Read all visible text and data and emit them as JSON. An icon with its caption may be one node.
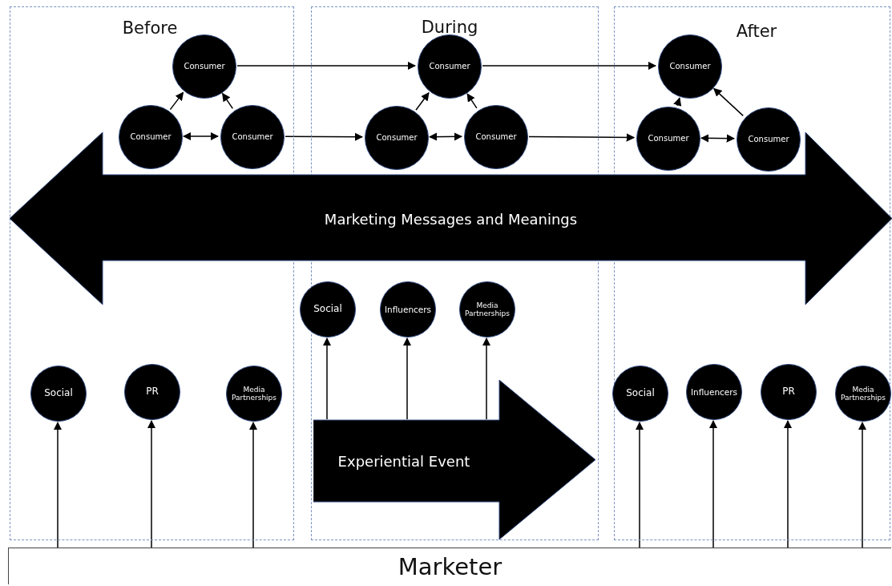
{
  "diagram": {
    "nodes": [
      {
        "text": [
          "Before"
        ]
      },
      {
        "text": [
          "Consumer"
        ],
        "in": 0
      },
      {
        "text": [
          "Consumer"
        ],
        "in": 0
      },
      {
        "text": [
          "Consumer"
        ],
        "in": 0
      },
      {
        "text": [
          "During"
        ]
      },
      {
        "text": [
          "Consumer"
        ],
        "in": 4
      },
      {
        "text": [
          "Consumer"
        ],
        "in": 4
      },
      {
        "text": [
          "Consumer"
        ],
        "in": 4
      },
      {
        "text": [
          "After"
        ]
      },
      {
        "text": [
          "Consumer"
        ],
        "in": 8
      },
      {
        "text": [
          "Consumer"
        ],
        "in": 8
      },
      {
        "text": [
          "Consumer"
        ],
        "in": 8
      },
      {
        "text": [
          "Marketing Messages and Meanings"
        ]
      },
      {
        "text": [
          "Social"
        ],
        "in": 0
      },
      {
        "text": [
          "PR"
        ],
        "in": 0
      },
      {
        "text": [
          "Media Partnerships"
        ],
        "in": 0
      },
      {
        "text": [
          "Social"
        ],
        "in": 4
      },
      {
        "text": [
          "Influencers"
        ],
        "in": 4
      },
      {
        "text": [
          "Media Partnerships"
        ],
        "in": 4
      },
      {
        "text": [
          "Experiential Event"
        ],
        "in": 4
      },
      {
        "text": [
          "Social"
        ],
        "in": 8
      },
      {
        "text": [
          "Influencers"
        ],
        "in": 8
      },
      {
        "text": [
          "PR"
        ],
        "in": 8
      },
      {
        "text": [
          "Media Partnerships"
        ],
        "in": 8
      },
      {
        "text": [
          "Marketer"
        ]
      }
    ],
    "edges": [
      {
        "from": 1,
        "to": 5,
        "arrow": "to"
      },
      {
        "from": 3,
        "to": 6,
        "arrow": "to"
      },
      {
        "from": 5,
        "to": 9,
        "arrow": "to"
      },
      {
        "from": 7,
        "to": 10,
        "arrow": "to"
      },
      {
        "from": 2,
        "to": 1,
        "arrow": "to"
      },
      {
        "from": 3,
        "to": 1,
        "arrow": "to"
      },
      {
        "from": 2,
        "to": 3,
        "arrow": "both"
      },
      {
        "from": 6,
        "to": 5,
        "arrow": "to"
      },
      {
        "from": 7,
        "to": 5,
        "arrow": "to"
      },
      {
        "from": 6,
        "to": 7,
        "arrow": "both"
      },
      {
        "from": 10,
        "to": 9,
        "arrow": "to"
      },
      {
        "from": 11,
        "to": 9,
        "arrow": "to"
      },
      {
        "from": 10,
        "to": 11,
        "arrow": "both"
      },
      {
        "from": 24,
        "to": 13,
        "arrow": "to"
      },
      {
        "from": 24,
        "to": 14,
        "arrow": "to"
      },
      {
        "from": 24,
        "to": 15,
        "arrow": "to"
      },
      {
        "from": 19,
        "to": 16,
        "arrow": "to"
      },
      {
        "from": 19,
        "to": 17,
        "arrow": "to"
      },
      {
        "from": 19,
        "to": 18,
        "arrow": "to"
      },
      {
        "from": 24,
        "to": 20,
        "arrow": "to"
      },
      {
        "from": 24,
        "to": 21,
        "arrow": "to"
      },
      {
        "from": 24,
        "to": 22,
        "arrow": "to"
      },
      {
        "from": 24,
        "to": 23,
        "arrow": "to"
      }
    ]
  }
}
